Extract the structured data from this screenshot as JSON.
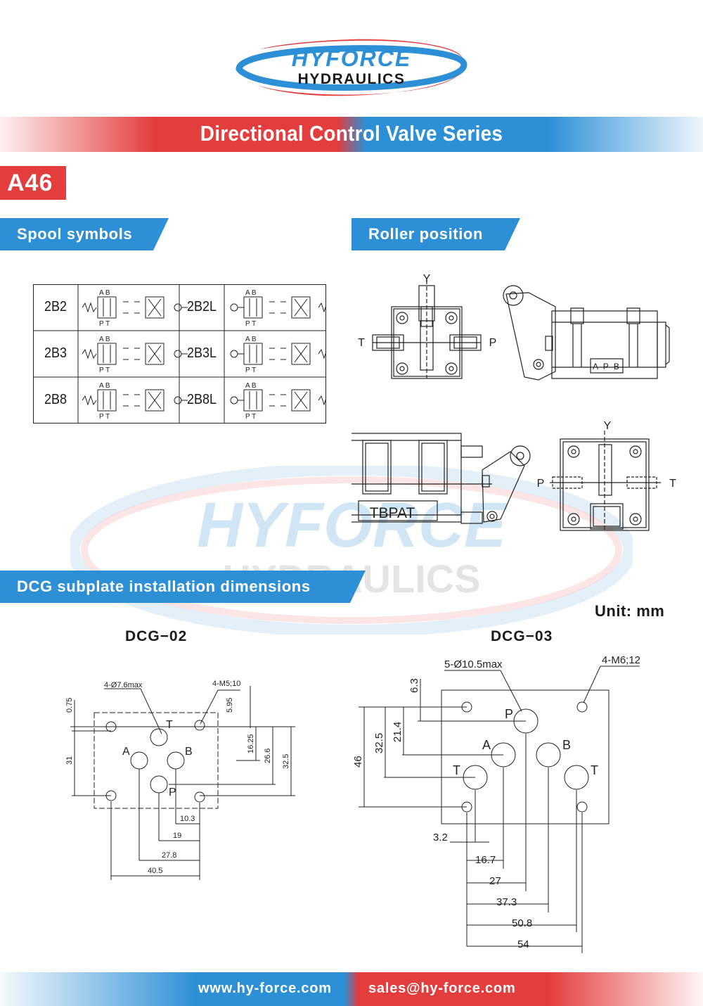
{
  "brand": {
    "line1": "HYFORCE",
    "line2": "HYDRAULICS"
  },
  "banner": {
    "title": "Directional Control Valve Series"
  },
  "page_code": "A46",
  "sections": {
    "spool": "Spool symbols",
    "roller": "Roller position",
    "dcg": "DCG subplate installation dimensions"
  },
  "spool_table": [
    {
      "left": "2B2",
      "right": "2B2L"
    },
    {
      "left": "2B3",
      "right": "2B3L"
    },
    {
      "left": "2B8",
      "right": "2B8L"
    }
  ],
  "spool_ports": {
    "top": "A B",
    "bottom": "P T"
  },
  "roller": {
    "y": "Y",
    "t": "T",
    "p": "P",
    "plate_apb": "A P B",
    "plate_tbpat": "TBPAT"
  },
  "unit": "Unit: mm",
  "dcg02": {
    "title": "DCG−02",
    "hole_note": "4-Ø7.6max",
    "thread_note": "4-M5;10",
    "ports": {
      "t": "T",
      "a": "A",
      "b": "B",
      "p": "P"
    },
    "dims": {
      "d075": "0.75",
      "d31": "31",
      "d595": "5.95",
      "d1625": "16.25",
      "d266": "26.6",
      "d325": "32.5",
      "d103": "10.3",
      "d19": "19",
      "d278": "27.8",
      "d405": "40.5"
    }
  },
  "dcg03": {
    "title": "DCG−03",
    "hole_note": "5-Ø10.5max",
    "thread_note": "4-M6;12",
    "ports": {
      "p": "P",
      "a": "A",
      "b": "B",
      "t1": "T",
      "t2": "T"
    },
    "dims": {
      "d63": "6.3",
      "d214": "21.4",
      "d325": "32.5",
      "d46": "46",
      "d32": "3.2",
      "d167": "16.7",
      "d27": "27",
      "d373": "37.3",
      "d508": "50.8",
      "d54": "54"
    }
  },
  "footer": {
    "website": "www.hy-force.com",
    "email": "sales@hy-force.com"
  },
  "colors": {
    "red": "#e43d3d",
    "blue": "#2d8fd6"
  }
}
